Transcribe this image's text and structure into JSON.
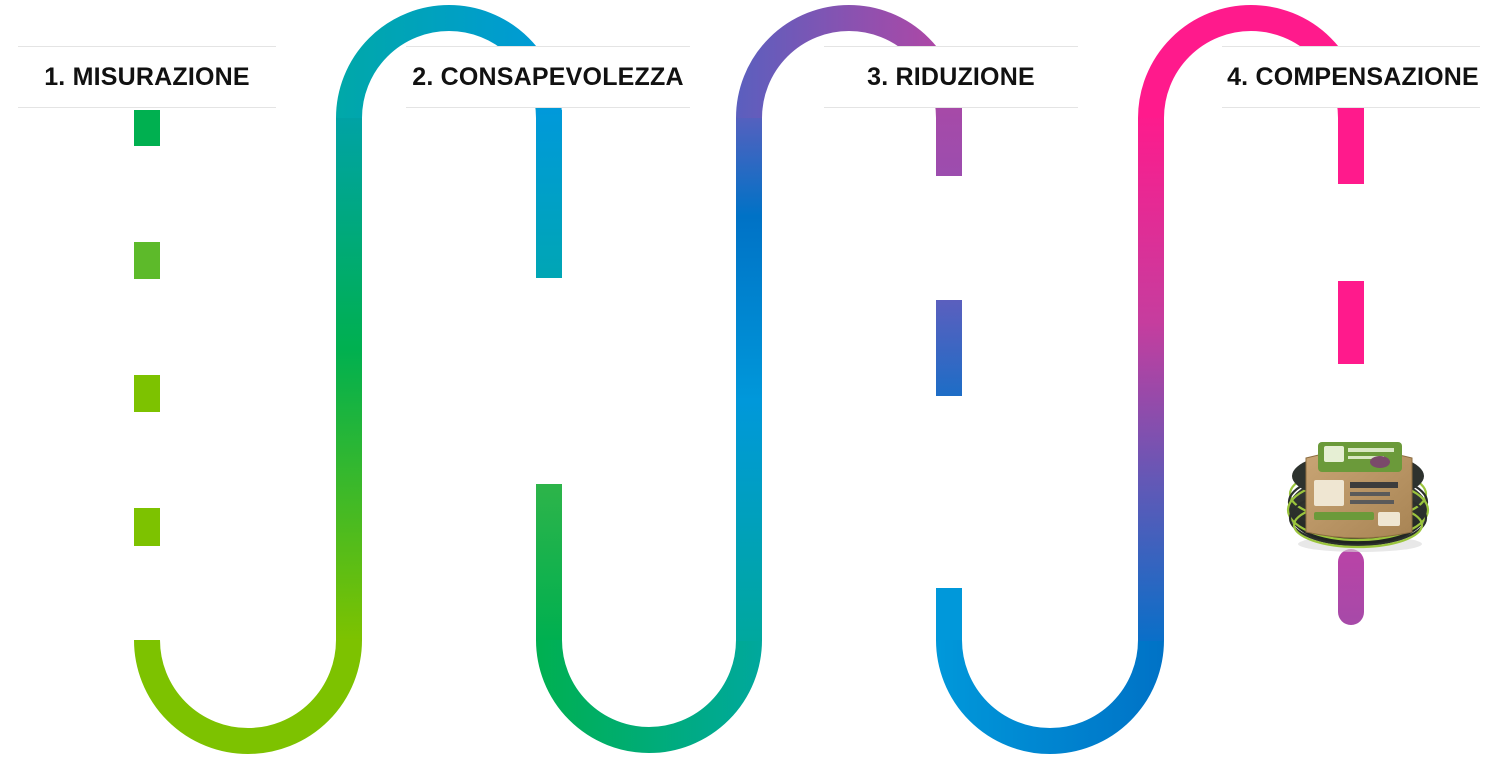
{
  "steps": [
    {
      "label": "1. MISURAZIONE"
    },
    {
      "label": "2. CONSAPEVOLEZZA"
    },
    {
      "label": "3. RIDUZIONE"
    },
    {
      "label": "4. COMPENSAZIONE"
    }
  ],
  "colors": {
    "green": "#00B050",
    "lime": "#7DC200",
    "cyan": "#00A2D8",
    "teal": "#00A89E",
    "blue": "#0072C6",
    "purple": "#A64AA8",
    "indigo": "#5B5FBE",
    "magenta": "#FF1A8C"
  },
  "product_image": {
    "icon": "garden-hose-reel-icon"
  }
}
